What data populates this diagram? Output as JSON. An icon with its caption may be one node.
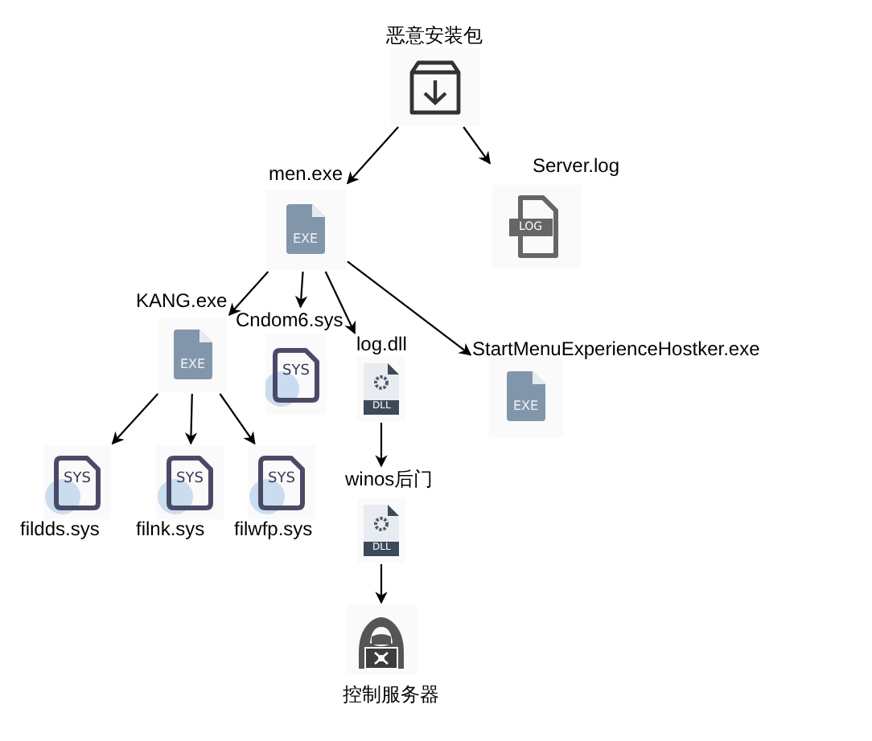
{
  "diagram": {
    "nodes": [
      {
        "text": [
          "恶意安装包"
        ]
      },
      {
        "text": [
          "men.exe",
          "EXE"
        ]
      },
      {
        "text": [
          "Server.log",
          "LOG"
        ]
      },
      {
        "text": [
          "KANG.exe",
          "EXE"
        ]
      },
      {
        "text": [
          "Cndom6.sys",
          "SYS"
        ]
      },
      {
        "text": [
          "log.dll",
          "DLL"
        ]
      },
      {
        "text": [
          "StartMenuExperienceHostker.exe",
          "EXE"
        ]
      },
      {
        "text": [
          "SYS",
          "fildds.sys"
        ]
      },
      {
        "text": [
          "SYS",
          "filnk.sys"
        ]
      },
      {
        "text": [
          "SYS",
          "filwfp.sys"
        ]
      },
      {
        "text": [
          "winos后门",
          "DLL"
        ]
      },
      {
        "text": [
          "控制服务器"
        ]
      }
    ],
    "edges": [
      {
        "from": 0,
        "to": 1,
        "arrow": "to"
      },
      {
        "from": 0,
        "to": 2,
        "arrow": "to"
      },
      {
        "from": 1,
        "to": 3,
        "arrow": "to"
      },
      {
        "from": 1,
        "to": 4,
        "arrow": "to"
      },
      {
        "from": 1,
        "to": 5,
        "arrow": "to"
      },
      {
        "from": 1,
        "to": 6,
        "arrow": "to"
      },
      {
        "from": 3,
        "to": 7,
        "arrow": "to"
      },
      {
        "from": 3,
        "to": 8,
        "arrow": "to"
      },
      {
        "from": 3,
        "to": 9,
        "arrow": "to"
      },
      {
        "from": 5,
        "to": 10,
        "arrow": "to"
      },
      {
        "from": 10,
        "to": 11,
        "arrow": "to"
      }
    ]
  }
}
